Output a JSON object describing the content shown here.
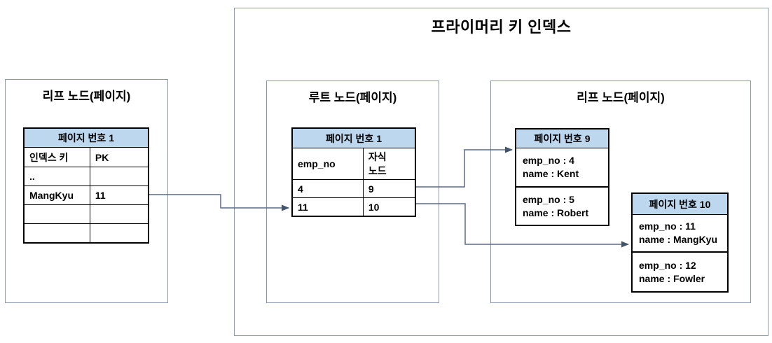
{
  "diagram": {
    "outer_title": "프라이머리 키 인덱스",
    "left_leaf_box": {
      "title": "리프 노드(페이지)",
      "table": {
        "header": "페이지 번호 1",
        "col_header": {
          "c1": "인덱스 키",
          "c2": "PK"
        },
        "rows": [
          {
            "c1": "..",
            "c2": ""
          },
          {
            "c1": "MangKyu",
            "c2": "11"
          },
          {
            "c1": "",
            "c2": ""
          },
          {
            "c1": "",
            "c2": ""
          }
        ]
      }
    },
    "root_box": {
      "title": "루트 노드(페이지)",
      "table": {
        "header": "페이지 번호 1",
        "col_header": {
          "c1": "emp_no",
          "c2_line1": "자식",
          "c2_line2": "노드"
        },
        "rows": [
          {
            "c1": "4",
            "c2": "9"
          },
          {
            "c1": "11",
            "c2": "10"
          }
        ]
      }
    },
    "right_leaf_box": {
      "title": "리프 노드(페이지)",
      "page9_table": {
        "header": "페이지 번호 9",
        "cells": [
          {
            "line1": "emp_no : 4",
            "line2": "name : Kent"
          },
          {
            "line1": "emp_no : 5",
            "line2": "name : Robert"
          }
        ]
      },
      "page10_table": {
        "header": "페이지 번호 10",
        "cells": [
          {
            "line1": "emp_no : 11",
            "line2": "name : MangKyu"
          },
          {
            "line1": "emp_no : 12",
            "line2": "name : Fowler"
          }
        ]
      }
    },
    "colors": {
      "header_fill": "#BDD7EE",
      "box_border": "#8C99AC",
      "table_border": "#000000",
      "arrow": "#5A6A83",
      "arrowhead": "#44546A"
    }
  }
}
